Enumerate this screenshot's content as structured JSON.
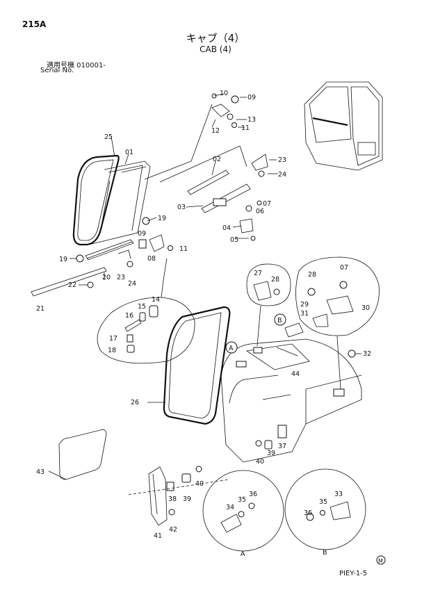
{
  "page": {
    "code": "215A",
    "title_jp": "キャブ（4）",
    "title_en": "CAB (4)",
    "serial_jp": "適用号機  010001-",
    "serial_en": "Serial No.",
    "footer_code": "PIEY-1-5",
    "m_symbol": "M"
  },
  "callouts": {
    "p01": "01",
    "p02": "02",
    "p03": "03",
    "p04": "04",
    "p05": "05",
    "p06": "06",
    "p07a": "07",
    "p07b": "07",
    "p08": "08",
    "p09a": "09",
    "p09b": "09",
    "p10": "10",
    "p11a": "11",
    "p11b": "11",
    "p12": "12",
    "p13": "13",
    "p14": "14",
    "p15": "15",
    "p16": "16",
    "p17": "17",
    "p18": "18",
    "p19a": "19",
    "p19b": "19",
    "p20": "20",
    "p21": "21",
    "p22": "22",
    "p23a": "23",
    "p23b": "23",
    "p24a": "24",
    "p24b": "24",
    "p25": "25",
    "p26": "26",
    "p27": "27",
    "p28a": "28",
    "p28b": "28",
    "p29": "29",
    "p30": "30",
    "p31": "31",
    "p32": "32",
    "p33": "33",
    "p34": "34",
    "p35a": "35",
    "p35b": "35",
    "p36a": "36",
    "p36b": "36",
    "p37": "37",
    "p38": "38",
    "p39a": "39",
    "p39b": "39",
    "p40a": "40",
    "p40b": "40",
    "p41": "41",
    "p42": "42",
    "p43": "43",
    "p44": "44",
    "detail_a": "A",
    "detail_b": "B",
    "view_a": "A",
    "view_b": "B"
  }
}
